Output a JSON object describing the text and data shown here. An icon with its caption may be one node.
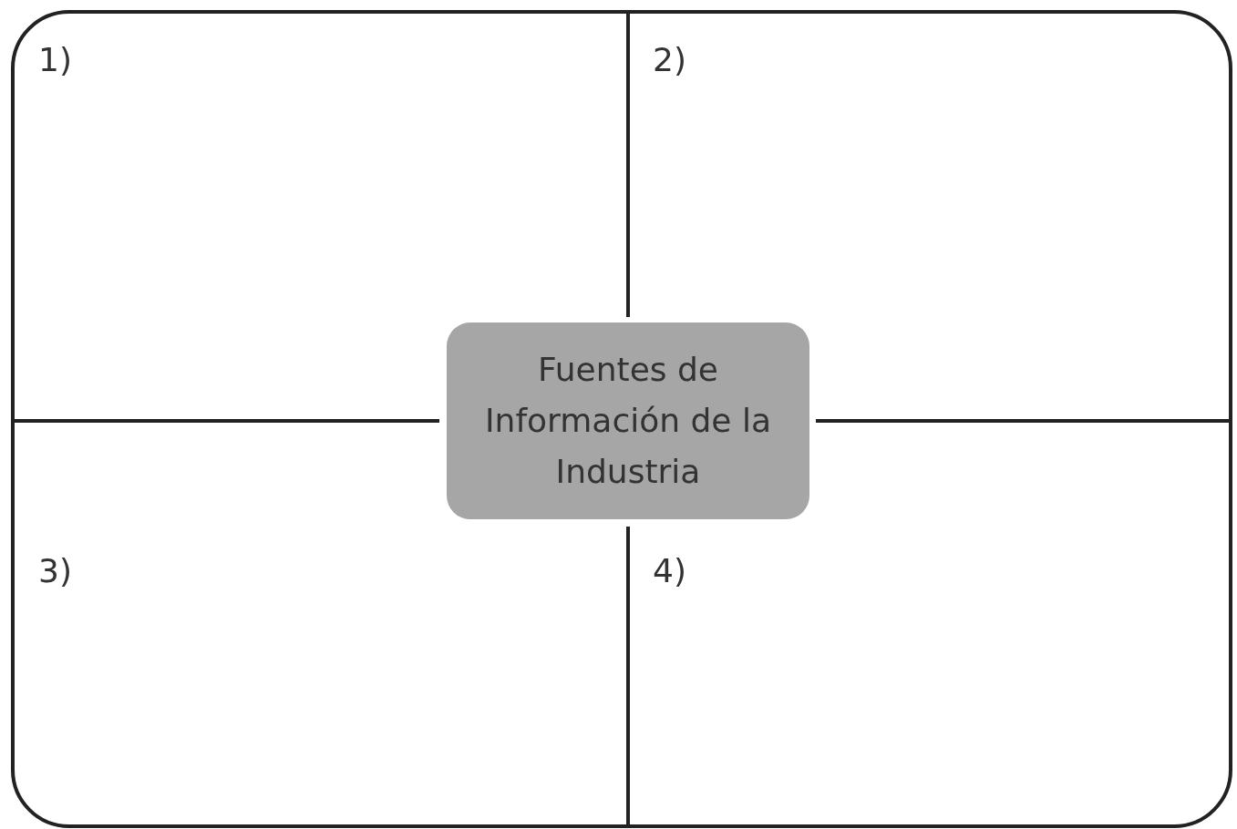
{
  "diagram": {
    "nodes": [
      {
        "text": [
          "Fuentes de Información de la Industria"
        ]
      }
    ],
    "labels": [
      "1)",
      "2)",
      "3)",
      "4)"
    ]
  }
}
